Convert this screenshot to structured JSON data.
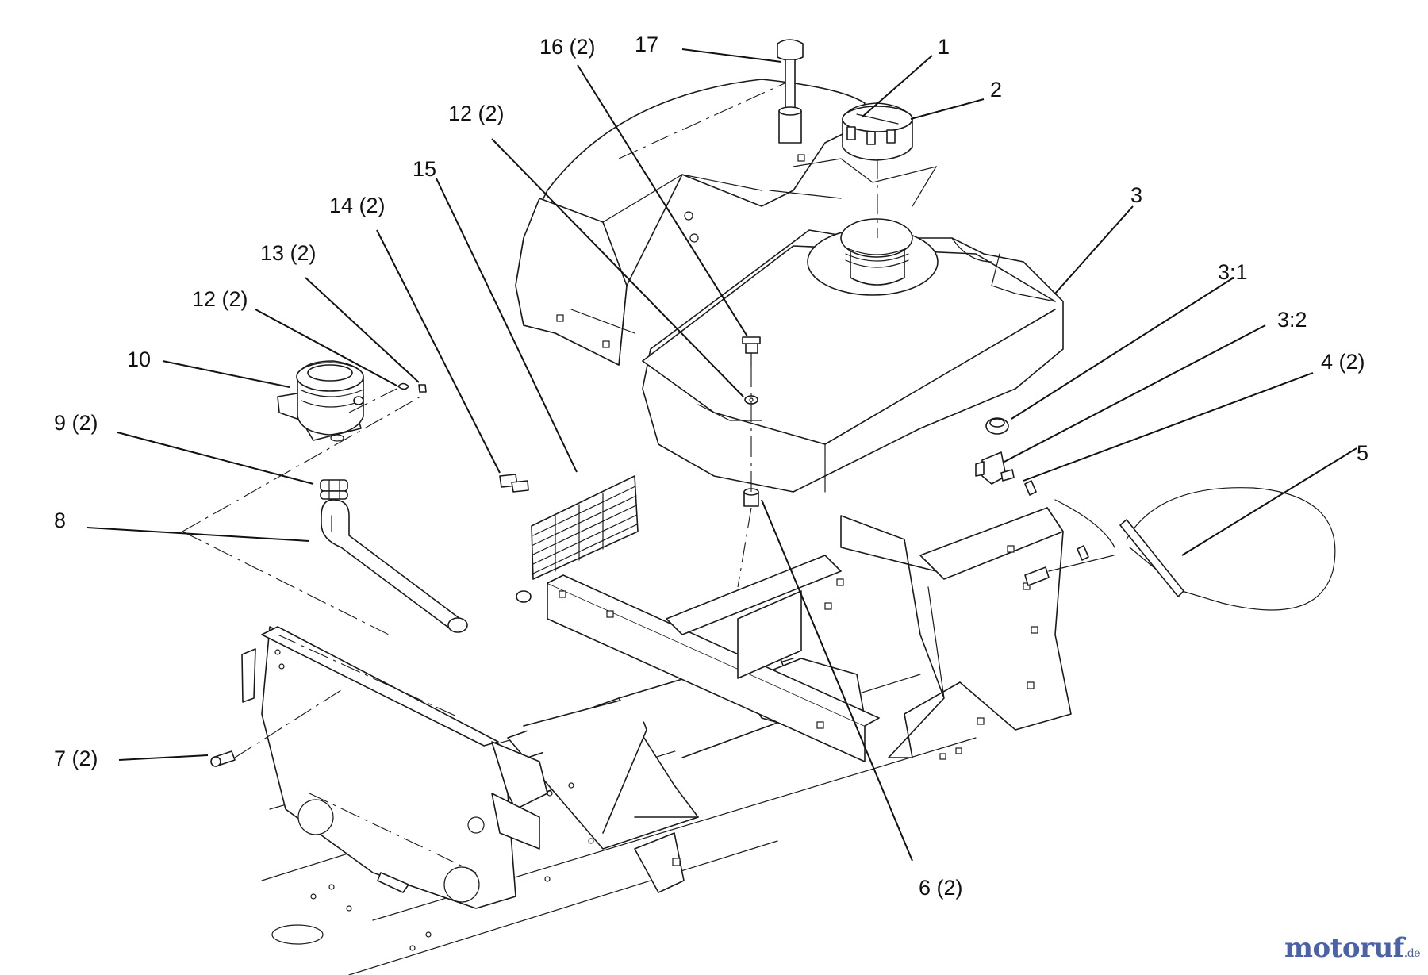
{
  "diagram": {
    "callouts": [
      {
        "id": "c1",
        "label": "1"
      },
      {
        "id": "c2",
        "label": "2"
      },
      {
        "id": "c3",
        "label": "3"
      },
      {
        "id": "c3-1",
        "label": "3:1"
      },
      {
        "id": "c3-2",
        "label": "3:2"
      },
      {
        "id": "c4",
        "label": "4 (2)"
      },
      {
        "id": "c5",
        "label": "5"
      },
      {
        "id": "c6",
        "label": "6 (2)"
      },
      {
        "id": "c7",
        "label": "7 (2)"
      },
      {
        "id": "c8",
        "label": "8"
      },
      {
        "id": "c9",
        "label": "9 (2)"
      },
      {
        "id": "c10",
        "label": "10"
      },
      {
        "id": "c12a",
        "label": "12 (2)"
      },
      {
        "id": "c12b",
        "label": "12 (2)"
      },
      {
        "id": "c13",
        "label": "13 (2)"
      },
      {
        "id": "c14",
        "label": "14 (2)"
      },
      {
        "id": "c15",
        "label": "15"
      },
      {
        "id": "c16",
        "label": "16 (2)"
      },
      {
        "id": "c17",
        "label": "17"
      }
    ]
  },
  "watermark": {
    "name": "motoruf",
    "tld": ".de"
  },
  "colors": {
    "line": "#1a1a1a",
    "watermark": "#4b62a8"
  }
}
